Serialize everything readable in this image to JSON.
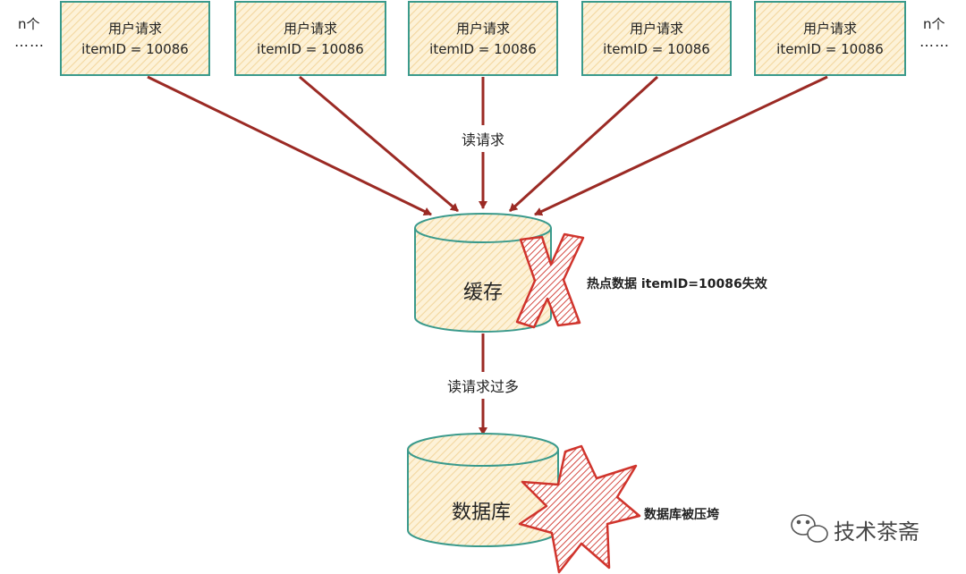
{
  "requests": [
    {
      "line1": "用户请求",
      "line2": "itemID = 10086"
    },
    {
      "line1": "用户请求",
      "line2": "itemID = 10086"
    },
    {
      "line1": "用户请求",
      "line2": "itemID = 10086"
    },
    {
      "line1": "用户请求",
      "line2": "itemID = 10086"
    },
    {
      "line1": "用户请求",
      "line2": "itemID = 10086"
    }
  ],
  "side_left": {
    "count": "n个",
    "dots": "……"
  },
  "side_right": {
    "count": "n个",
    "dots": "……"
  },
  "read_label": "读请求",
  "cache_label": "缓存",
  "cache_failure_note": "热点数据 itemID=10086失效",
  "too_many_label": "读请求过多",
  "db_label": "数据库",
  "db_crash_note": "数据库被压垮",
  "watermark": "技术茶斋",
  "colors": {
    "box_fill": "#fdf0d2",
    "box_stroke": "#3a9a8c",
    "arrow": "#9b2a24",
    "x_mark": "#d0342c"
  }
}
